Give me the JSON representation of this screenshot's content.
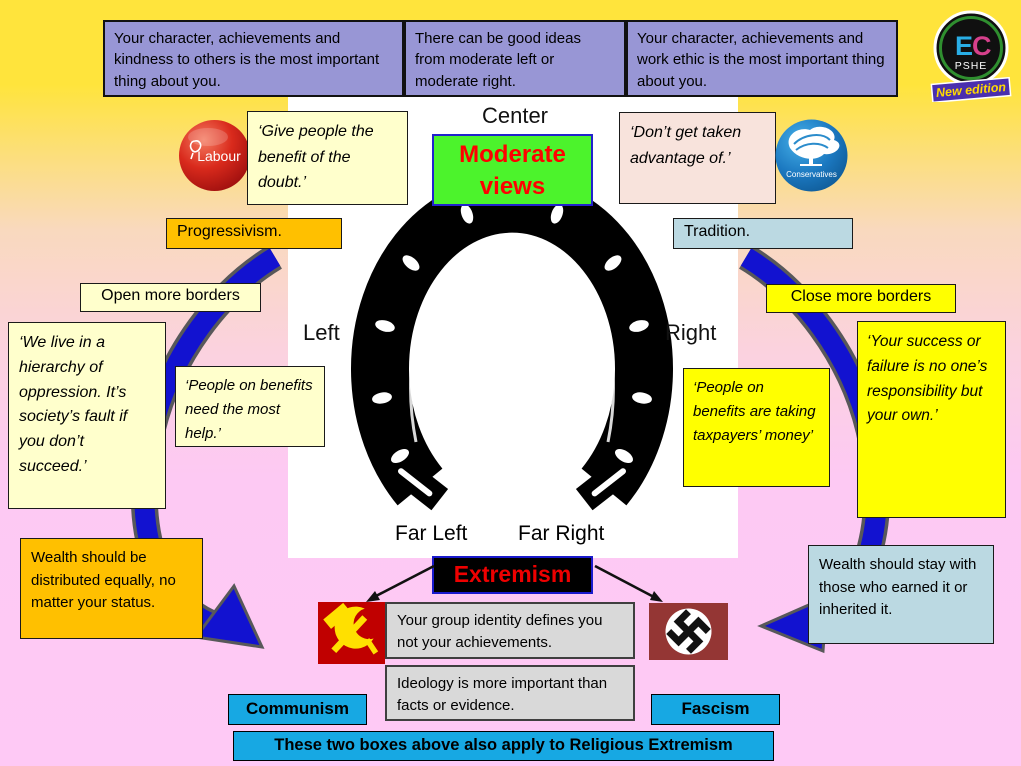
{
  "header": {
    "boxes": [
      {
        "text": "Your character, achievements and kindness to others is the most important thing about you."
      },
      {
        "text": "There can be good ideas from moderate left or moderate right."
      },
      {
        "text": "Your character, achievements and work ethic is the most important thing about you."
      }
    ],
    "logo": {
      "ec_e": "E",
      "ec_c": "C",
      "pshe": "PSHE",
      "banner": "New edition"
    }
  },
  "diagram": {
    "center_label": "Center",
    "left_label": "Left",
    "right_label": "Right",
    "far_left_label": "Far Left",
    "far_right_label": "Far Right",
    "moderate_views": "Moderate views",
    "extremism": "Extremism"
  },
  "left_wing": {
    "party": "Labour",
    "quote_top": "‘Give people the benefit of the doubt.’",
    "ideology": "Progressivism.",
    "policy": "Open more borders",
    "quote_hierarchy": "‘We live in a hierarchy of oppression. It’s society’s fault if you don’t succeed.’",
    "quote_benefits": "‘People on benefits need the most help.’",
    "wealth": "Wealth should be distributed equally, no matter your status."
  },
  "right_wing": {
    "party": "Conservatives",
    "quote_top": "‘Don’t get taken advantage of.’",
    "ideology": "Tradition.",
    "policy": "Close more borders",
    "quote_benefits": "‘People on benefits are taking taxpayers’ money’",
    "quote_success": "‘Your success or failure is no one’s responsibility but your own.’",
    "wealth": "Wealth should stay with those who earned it or inherited it."
  },
  "extremes": {
    "group_identity": "Your group identity defines you not your achievements.",
    "ideology_facts": "Ideology is more important than facts or evidence.",
    "communism_label": "Communism",
    "fascism_label": "Fascism",
    "footer": "These two boxes above also apply to Religious Extremism"
  },
  "icons": {
    "communism_icon": "hammer-and-sickle",
    "fascism_icon": "swastika",
    "labour_icon": "labour-rosette-badge",
    "conservatives_icon": "conservative-tree-badge",
    "brand_icon": "ec-pshe-badge",
    "spectrum_icon": "horseshoe",
    "side_arrows": "blue-curved-arrows"
  },
  "colors": {
    "background_top": "#FFE43C",
    "background_bottom": "#FDC9F4",
    "purple_box": "#9896D5",
    "cream_box": "#FFFFCC",
    "yellow_box": "#FFFF00",
    "orange_box": "#FFC000",
    "light_blue_box": "#BBD9E2",
    "gray_box": "#D9D9D9",
    "cyan_label": "#17A8E3",
    "moderate_green": "#4CF32C",
    "extremism_red": "#EE0000",
    "arrow_blue": "#1212D0",
    "communism_red": "#C00000",
    "fascism_dark_red": "#943634",
    "pink_quote_box": "#F8E3DC"
  }
}
